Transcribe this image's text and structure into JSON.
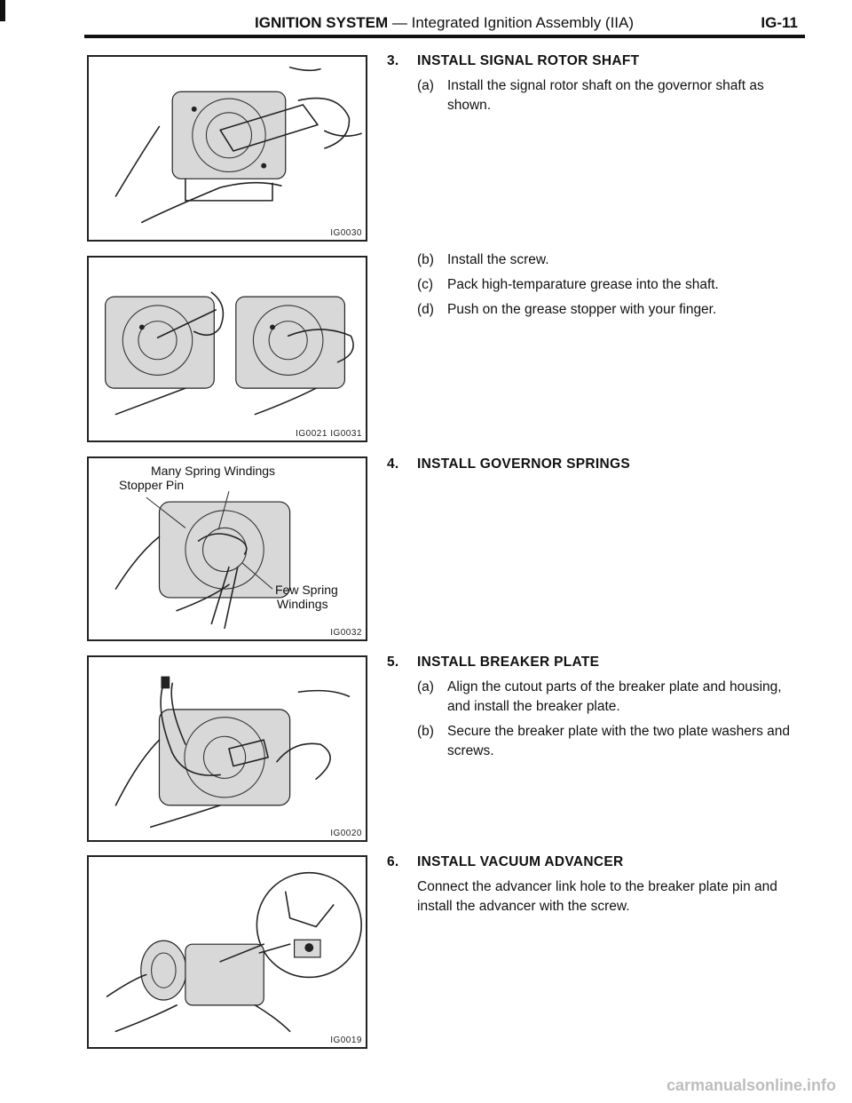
{
  "header": {
    "title_bold": "IGNITION SYSTEM",
    "title_rest": " — Integrated Ignition Assembly (IIA)",
    "page_number": "IG-11"
  },
  "figures": [
    {
      "code": "IG0030"
    },
    {
      "code": "IG0021 IG0031"
    },
    {
      "code": "IG0032",
      "labels": {
        "many_spring": "Many Spring Windings",
        "stopper_pin": "Stopper Pin",
        "few_spring_1": "Few Spring",
        "few_spring_2": "Windings"
      }
    },
    {
      "code": "IG0020"
    },
    {
      "code": "IG0019"
    }
  ],
  "sections": [
    {
      "number": "3.",
      "heading": "INSTALL SIGNAL ROTOR SHAFT",
      "steps": [
        {
          "letter": "(a)",
          "text": "Install the signal rotor shaft on the governor shaft as shown."
        }
      ]
    },
    {
      "steps": [
        {
          "letter": "(b)",
          "text": "Install the screw."
        },
        {
          "letter": "(c)",
          "text": "Pack high-temparature grease into the shaft."
        },
        {
          "letter": "(d)",
          "text": "Push on the grease stopper with your finger."
        }
      ]
    },
    {
      "number": "4.",
      "heading": "INSTALL GOVERNOR SPRINGS"
    },
    {
      "number": "5.",
      "heading": "INSTALL BREAKER PLATE",
      "steps": [
        {
          "letter": "(a)",
          "text": "Align the cutout parts of the breaker plate and housing, and install the breaker plate."
        },
        {
          "letter": "(b)",
          "text": "Secure the breaker plate with the two plate washers and screws."
        }
      ]
    },
    {
      "number": "6.",
      "heading": "INSTALL VACUUM ADVANCER",
      "body": "Connect the advancer link hole to the breaker plate pin and install the advancer with the screw."
    }
  ],
  "footer": {
    "watermark": "carmanualsonline.info"
  }
}
